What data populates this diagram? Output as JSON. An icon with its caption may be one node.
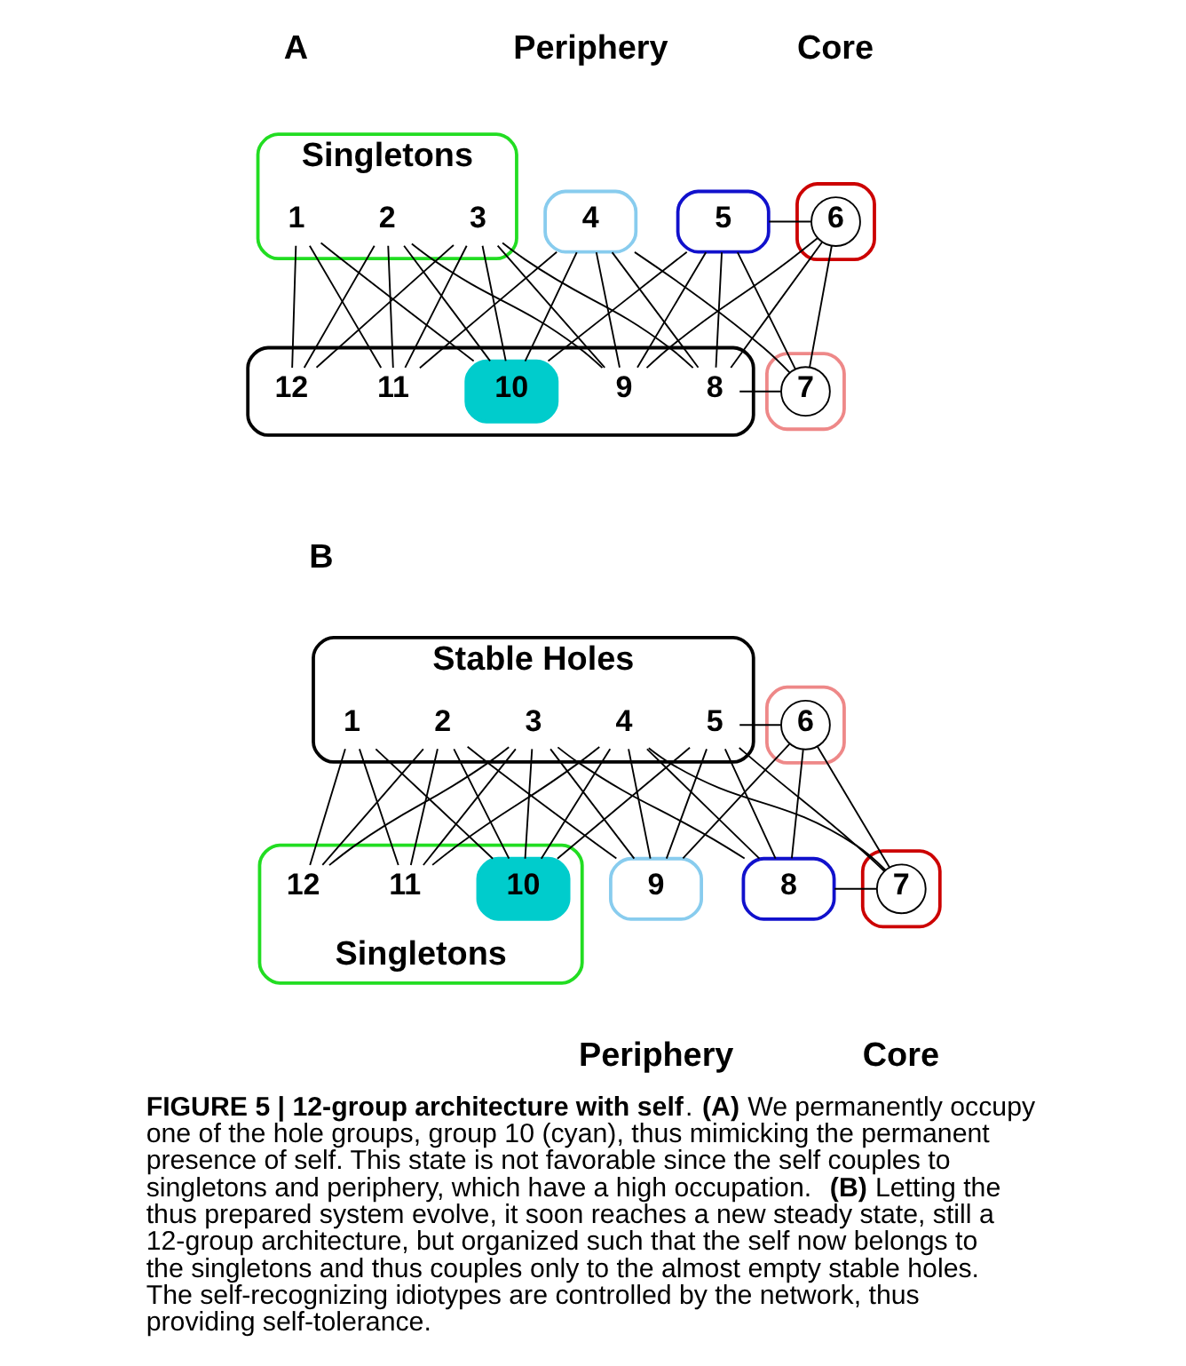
{
  "diagram": {
    "caption": "**FIGURE 5 | 12-group architecture with self**. **(A)** We permanently occupy one of the hole groups, group 10 (cyan), thus mimicking the permanent presence of self. This state is not favorable since the self couples to singletons and periphery, which have a high occupation. **(B)** Letting the thus prepared system evolve, it soon reaches a new steady state, still a 12-group architecture, but organized such that the self now belongs to the singletons and thus couples only to the almost empty stable holes. The self-recognizing idiotypes are controlled by the network, thus providing self-tolerance.",
    "nodes": [
      {
        "text": [
          "Singletons"
        ]
      },
      {
        "text": [
          "1"
        ],
        "in": 0
      },
      {
        "text": [
          "2"
        ],
        "in": 0
      },
      {
        "text": [
          "3"
        ],
        "in": 0
      },
      {
        "text": [
          "4"
        ]
      },
      {
        "text": [
          "5"
        ]
      },
      {
        "text": [],
        "shape": "box"
      },
      {
        "text": [
          "6"
        ],
        "in": 6
      },
      {
        "text": [],
        "shape": "box"
      },
      {
        "text": [
          "12"
        ],
        "in": 8
      },
      {
        "text": [
          "11"
        ],
        "in": 8
      },
      {
        "text": [
          "10"
        ],
        "in": 8
      },
      {
        "text": [
          "9"
        ],
        "in": 8
      },
      {
        "text": [
          "8"
        ],
        "in": 8
      },
      {
        "text": [],
        "shape": "box"
      },
      {
        "text": [
          "7"
        ],
        "in": 14
      },
      {
        "text": [
          "Stable Holes"
        ]
      },
      {
        "text": [
          "1"
        ],
        "in": 16
      },
      {
        "text": [
          "2"
        ],
        "in": 16
      },
      {
        "text": [
          "3"
        ],
        "in": 16
      },
      {
        "text": [
          "4"
        ],
        "in": 16
      },
      {
        "text": [
          "5"
        ],
        "in": 16
      },
      {
        "text": [],
        "shape": "box"
      },
      {
        "text": [
          "6"
        ],
        "in": 22
      },
      {
        "text": [
          "Singletons"
        ]
      },
      {
        "text": [
          "12"
        ],
        "in": 24
      },
      {
        "text": [
          "11"
        ],
        "in": 24
      },
      {
        "text": [
          "10"
        ],
        "in": 24
      },
      {
        "text": [
          "9"
        ]
      },
      {
        "text": [
          "8"
        ]
      },
      {
        "text": [],
        "shape": "box"
      },
      {
        "text": [
          "7"
        ],
        "in": 30
      }
    ],
    "edges": [
      {
        "from": 1,
        "to": 9,
        "arrow": "none"
      },
      {
        "from": 1,
        "to": 10,
        "arrow": "none"
      },
      {
        "from": 1,
        "to": 11,
        "arrow": "none"
      },
      {
        "from": 2,
        "to": 9,
        "arrow": "none"
      },
      {
        "from": 2,
        "to": 10,
        "arrow": "none"
      },
      {
        "from": 2,
        "to": 11,
        "arrow": "none"
      },
      {
        "from": 2,
        "to": 12,
        "arrow": "none"
      },
      {
        "from": 3,
        "to": 9,
        "arrow": "none"
      },
      {
        "from": 3,
        "to": 10,
        "arrow": "none"
      },
      {
        "from": 3,
        "to": 11,
        "arrow": "none"
      },
      {
        "from": 3,
        "to": 12,
        "arrow": "none"
      },
      {
        "from": 3,
        "to": 13,
        "arrow": "none"
      },
      {
        "from": 4,
        "to": 10,
        "arrow": "none"
      },
      {
        "from": 4,
        "to": 11,
        "arrow": "none"
      },
      {
        "from": 4,
        "to": 12,
        "arrow": "none"
      },
      {
        "from": 4,
        "to": 13,
        "arrow": "none"
      },
      {
        "from": 4,
        "to": 15,
        "arrow": "none"
      },
      {
        "from": 5,
        "to": 11,
        "arrow": "none"
      },
      {
        "from": 5,
        "to": 12,
        "arrow": "none"
      },
      {
        "from": 5,
        "to": 13,
        "arrow": "none"
      },
      {
        "from": 5,
        "to": 15,
        "arrow": "none"
      },
      {
        "from": 5,
        "to": 7,
        "arrow": "none"
      },
      {
        "from": 7,
        "to": 12,
        "arrow": "none"
      },
      {
        "from": 7,
        "to": 13,
        "arrow": "none"
      },
      {
        "from": 7,
        "to": 15,
        "arrow": "none"
      },
      {
        "from": 13,
        "to": 15,
        "arrow": "none"
      },
      {
        "from": 17,
        "to": 25,
        "arrow": "none"
      },
      {
        "from": 17,
        "to": 26,
        "arrow": "none"
      },
      {
        "from": 17,
        "to": 27,
        "arrow": "none"
      },
      {
        "from": 18,
        "to": 25,
        "arrow": "none"
      },
      {
        "from": 18,
        "to": 26,
        "arrow": "none"
      },
      {
        "from": 18,
        "to": 27,
        "arrow": "none"
      },
      {
        "from": 18,
        "to": 28,
        "arrow": "none"
      },
      {
        "from": 19,
        "to": 25,
        "arrow": "none"
      },
      {
        "from": 19,
        "to": 26,
        "arrow": "none"
      },
      {
        "from": 19,
        "to": 27,
        "arrow": "none"
      },
      {
        "from": 19,
        "to": 28,
        "arrow": "none"
      },
      {
        "from": 19,
        "to": 29,
        "arrow": "none"
      },
      {
        "from": 20,
        "to": 26,
        "arrow": "none"
      },
      {
        "from": 20,
        "to": 27,
        "arrow": "none"
      },
      {
        "from": 20,
        "to": 28,
        "arrow": "none"
      },
      {
        "from": 20,
        "to": 29,
        "arrow": "none"
      },
      {
        "from": 20,
        "to": 31,
        "arrow": "none"
      },
      {
        "from": 21,
        "to": 27,
        "arrow": "none"
      },
      {
        "from": 21,
        "to": 28,
        "arrow": "none"
      },
      {
        "from": 21,
        "to": 29,
        "arrow": "none"
      },
      {
        "from": 21,
        "to": 31,
        "arrow": "none"
      },
      {
        "from": 21,
        "to": 23,
        "arrow": "none"
      },
      {
        "from": 23,
        "to": 28,
        "arrow": "none"
      },
      {
        "from": 23,
        "to": 29,
        "arrow": "none"
      },
      {
        "from": 23,
        "to": 31,
        "arrow": "none"
      },
      {
        "from": 29,
        "to": 31,
        "arrow": "none"
      }
    ],
    "labels": [
      "A",
      "Periphery",
      "Core",
      "B",
      "Periphery",
      "Core"
    ]
  }
}
